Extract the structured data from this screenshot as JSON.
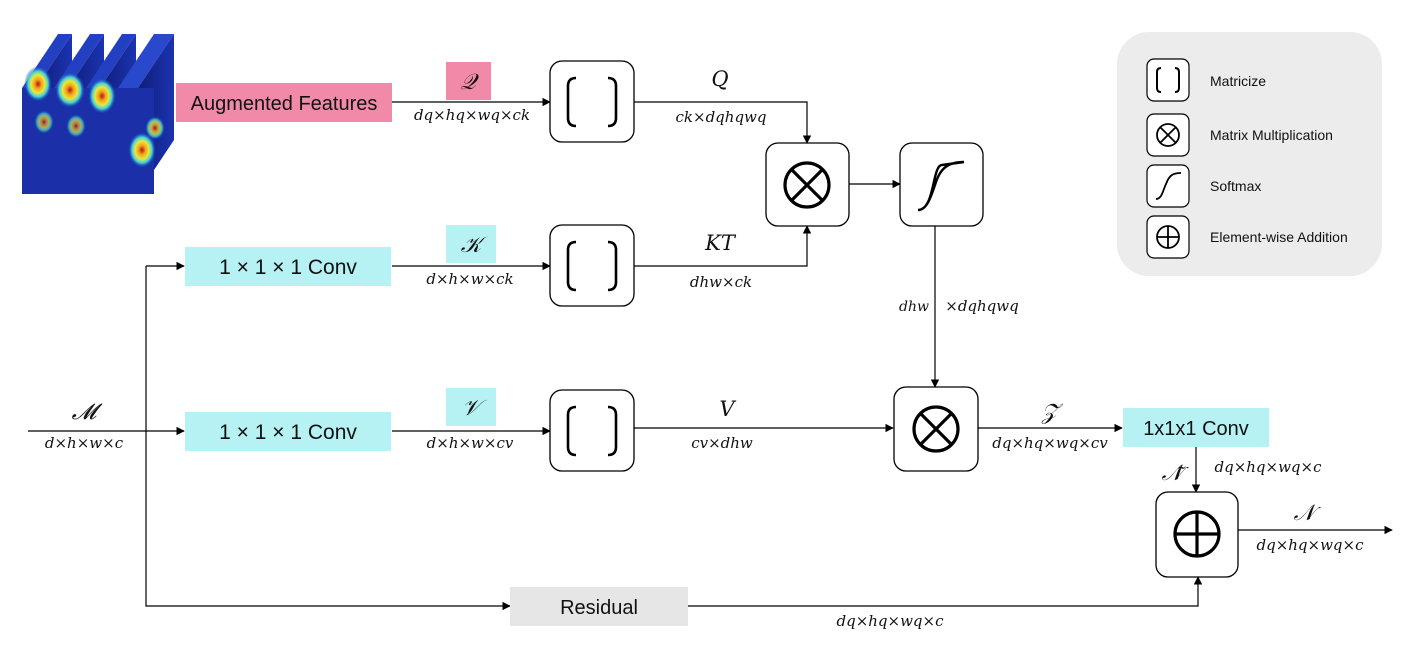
{
  "colors": {
    "augmented_fill": "#f08aa8",
    "conv_fill": "#b6f1f4",
    "residual_fill": "#e6e6e6",
    "legend_fill": "#ececec",
    "stroke": "#000000",
    "heatmap_base": "#1a2fa8"
  },
  "inputs": {
    "augmented_label": "Augmented Features",
    "augmented_shape": "dq×hq×wq×ck",
    "m_symbol": "𝓜",
    "m_shape": "d×h×w×c"
  },
  "branches": {
    "q_symbol": "𝒬",
    "k_symbol": "𝒦",
    "v_symbol": "𝒱",
    "k_conv_label": "1 × 1 × 1 Conv",
    "k_conv_shape": "d×h×w×ck",
    "v_conv_label": "1 × 1 × 1 Conv",
    "v_conv_shape": "d×h×w×cv"
  },
  "matrices": {
    "q_label": "Q",
    "q_shape": "ck×dqhqwq",
    "kt_label": "KT",
    "kt_shape": "dhw×ck",
    "v_label": "V",
    "v_shape": "cv×dhw",
    "softmax_shape_left": "dhw",
    "softmax_shape_right": "×dqhqwq"
  },
  "output": {
    "z_symbol": "𝒵",
    "z_shape": "dq×hq×wq×cv",
    "conv_label": "1x1x1 Conv",
    "n_tilde_symbol": "𝒩̃",
    "n_tilde_shape": "dq×hq×wq×c",
    "n_symbol": "𝒩",
    "n_shape": "dq×hq×wq×c",
    "residual_label": "Residual",
    "residual_shape": "dq×hq×wq×c"
  },
  "legend": {
    "items": [
      {
        "icon": "matricize-icon",
        "label": "Matricize"
      },
      {
        "icon": "matrix-multiplication-icon",
        "label": "Matrix Multiplication"
      },
      {
        "icon": "softmax-icon",
        "label": "Softmax"
      },
      {
        "icon": "element-wise-addition-icon",
        "label": "Element-wise Addition"
      }
    ]
  }
}
